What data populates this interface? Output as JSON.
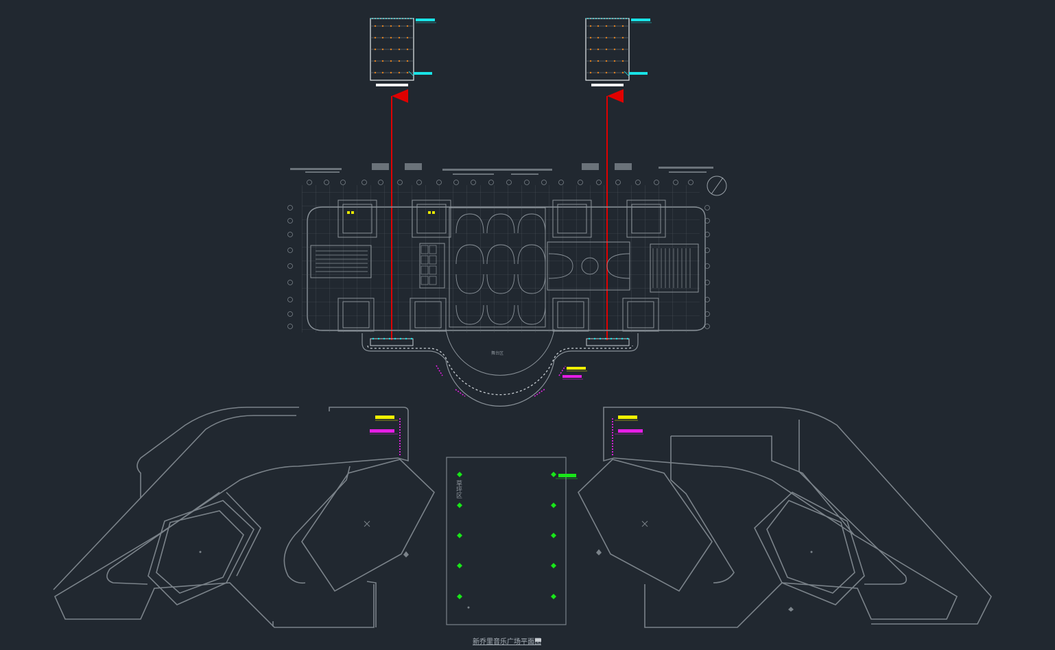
{
  "drawing": {
    "caption": "新乔里音乐广场平面图",
    "zone_label": "舞台区",
    "lawn_label": "草坪区",
    "colors": {
      "background": "#212830",
      "linework": "#7b838a",
      "arrow": "#e00000",
      "cyan_tag": "#19e3e6",
      "yellow_tag": "#f2f200",
      "magenta_tag": "#e51ee5",
      "green_tag": "#19e619",
      "detail_frame": "#e8ecef"
    },
    "markers": {
      "north_arrow": "north-arrow-icon",
      "center_mark": "cross-mark-icon",
      "fixture": "light-fixture-icon"
    }
  }
}
